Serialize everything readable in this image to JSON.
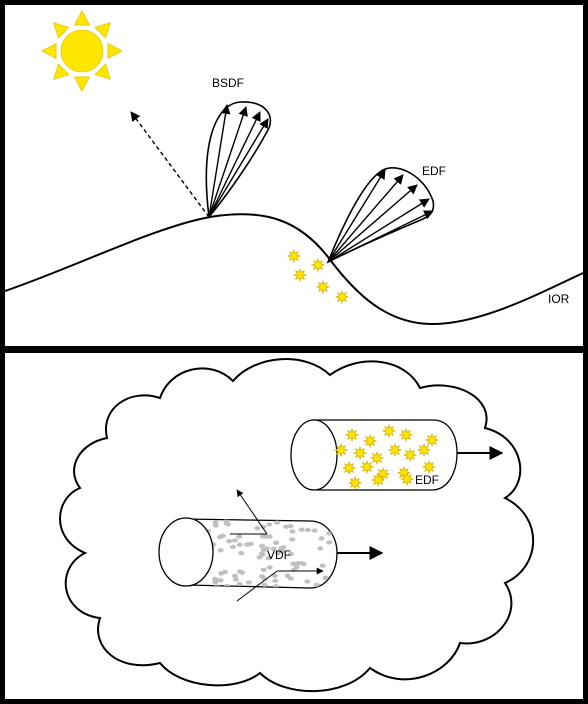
{
  "labels": {
    "bsdf": "BSDF",
    "edf_top": "EDF",
    "ior": "IOR",
    "edf_bottom": "EDF",
    "vdf": "VDF"
  },
  "colors": {
    "sun": "#ffe600",
    "sun_outline": "#e8c600",
    "star": "#ffe600",
    "star_outline": "#d9b400",
    "particle": "#c0c0c0",
    "stroke": "#000000"
  },
  "icons": {
    "sun": "sun-icon",
    "emitter": "star-particle-icon"
  }
}
